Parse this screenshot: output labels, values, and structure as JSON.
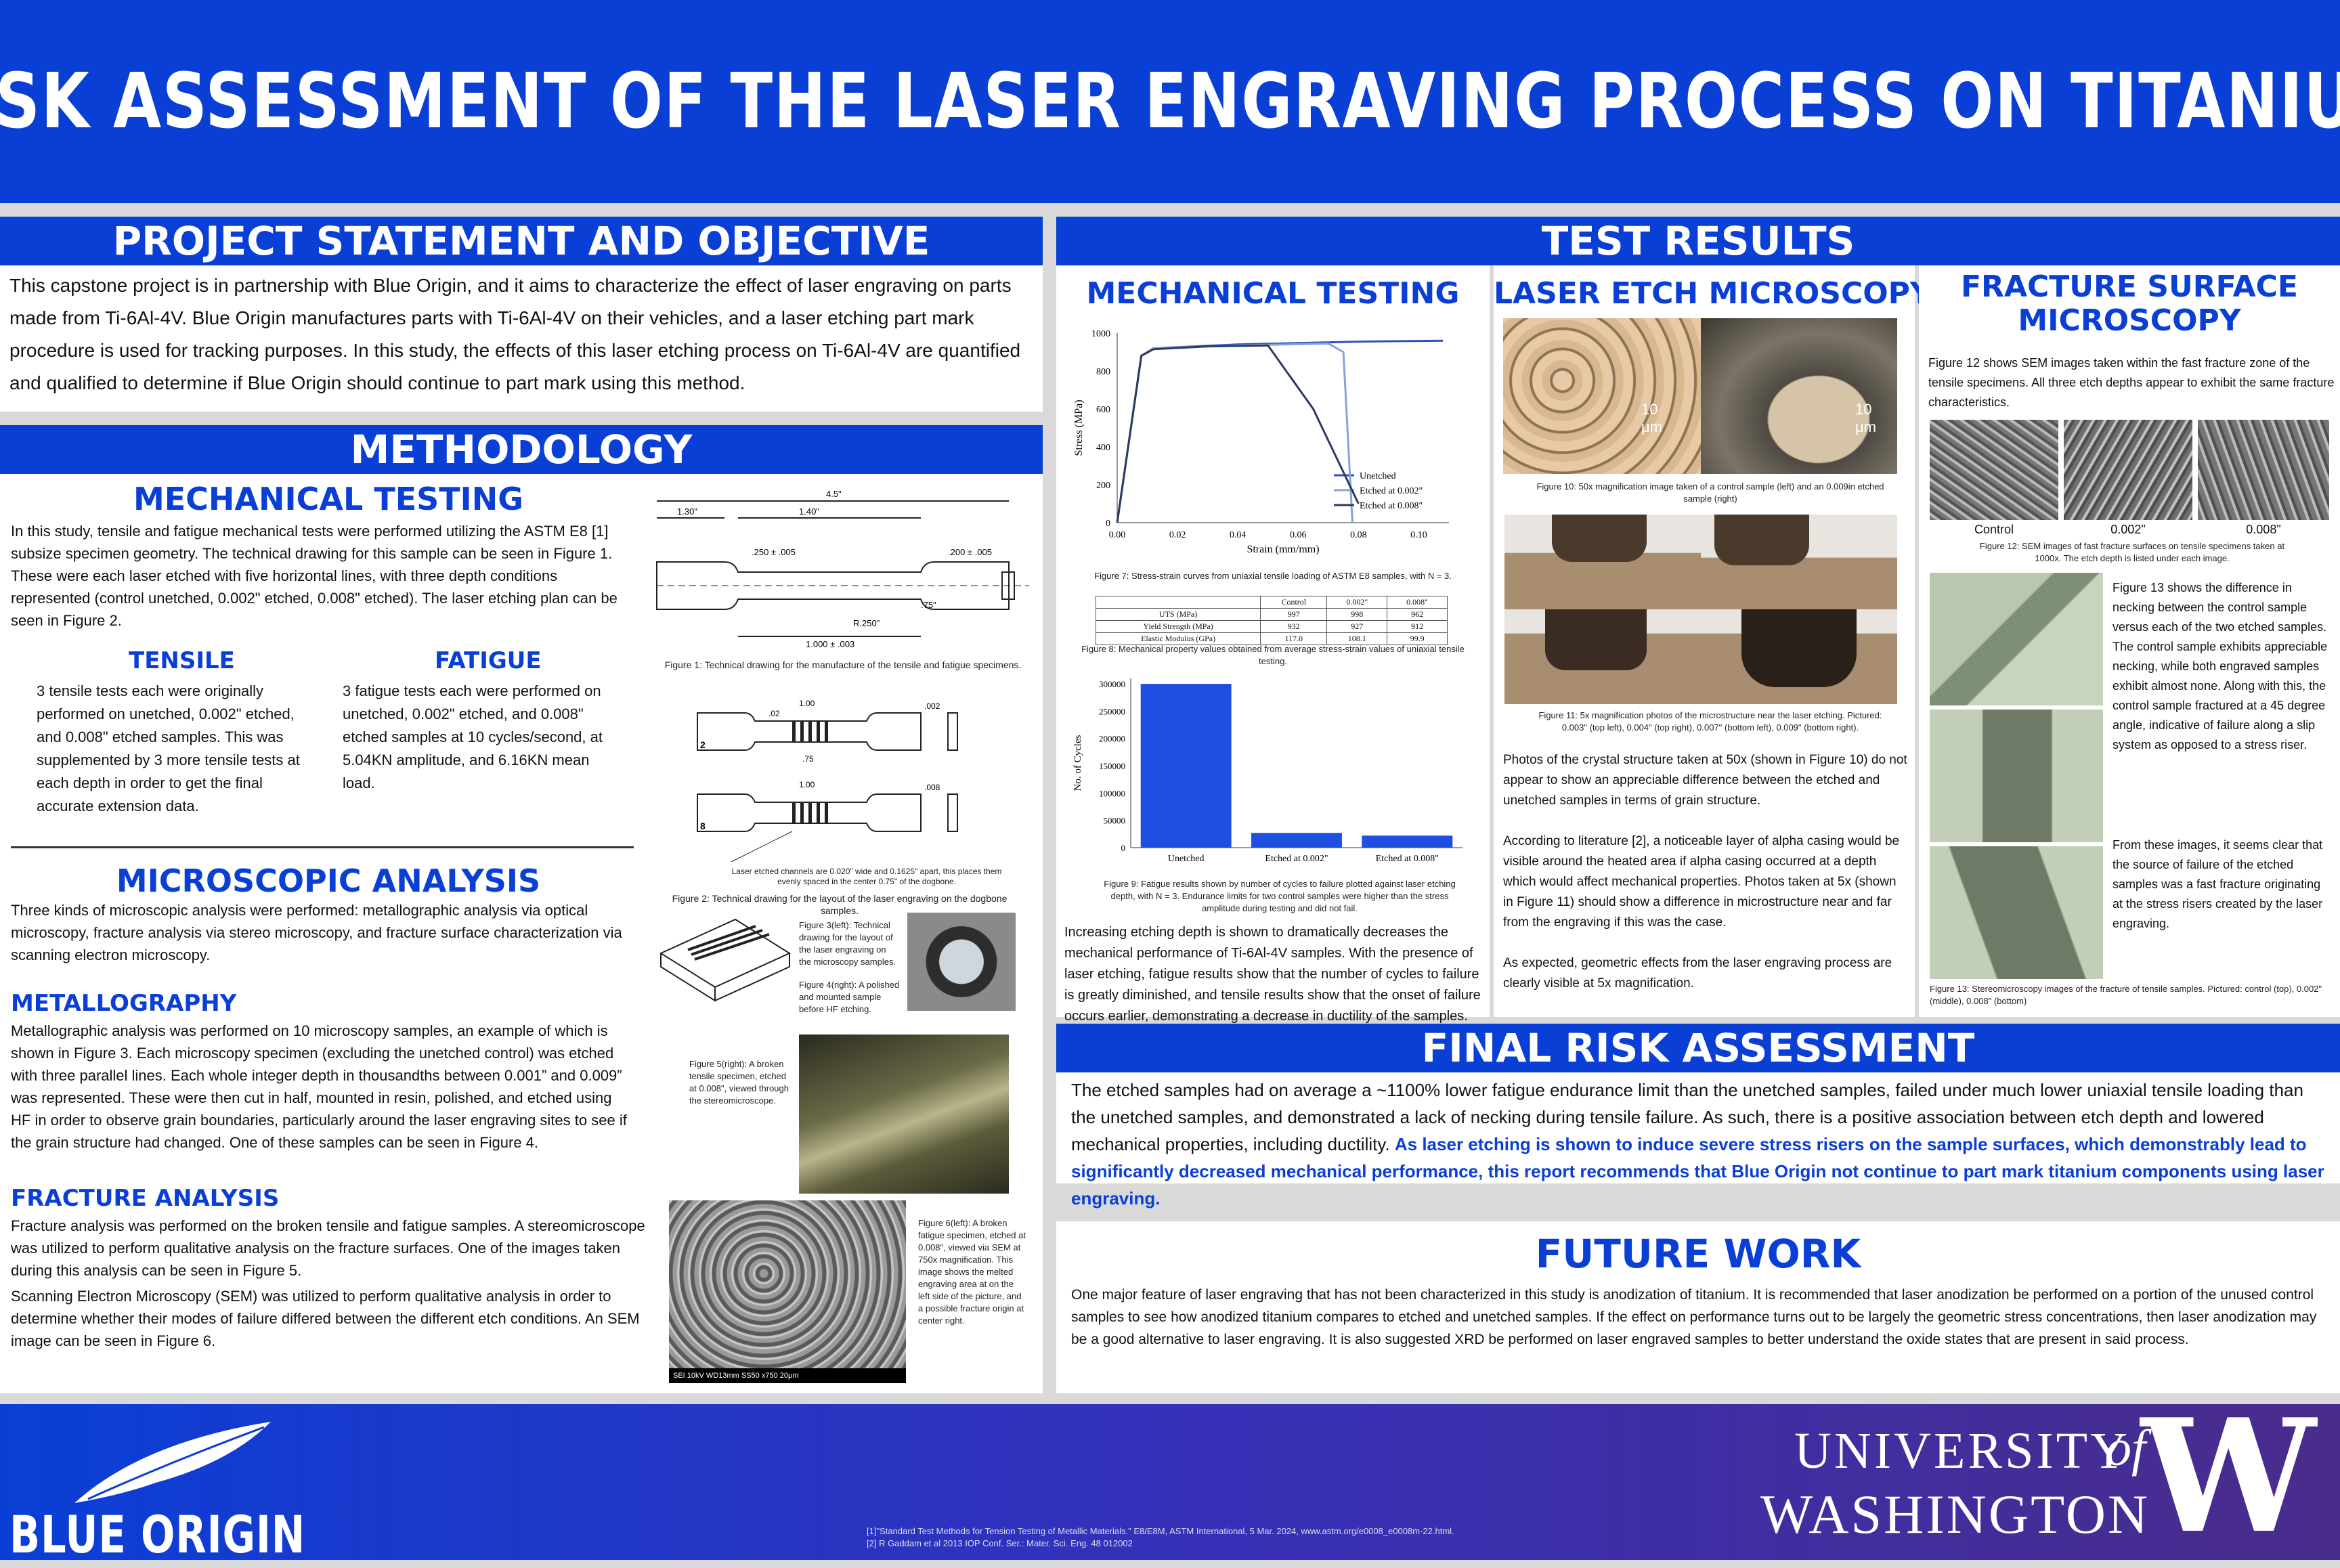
{
  "title": "RISK ASSESSMENT OF THE LASER ENGRAVING PROCESS ON TITANIUM",
  "project": {
    "heading": "PROJECT STATEMENT AND OBJECTIVE",
    "text": "This capstone project is in partnership with Blue Origin, and it aims to characterize the effect of laser engraving on parts made from Ti-6Al-4V. Blue Origin manufactures parts with Ti-6Al-4V on their vehicles, and a laser etching part mark procedure is used for tracking purposes. In this study, the effects of this laser etching process on Ti-6Al-4V are quantified and qualified to determine if Blue Origin should continue to part mark using this method."
  },
  "methodology": {
    "heading": "METHODOLOGY",
    "mech_heading": "MECHANICAL TESTING",
    "mech_text": "In this study, tensile and fatigue mechanical tests were performed utilizing the ASTM E8 [1] subsize specimen geometry. The technical drawing for this sample can be seen in Figure 1. These were each laser etched with five horizontal lines, with three depth conditions represented (control unetched, 0.002\" etched, 0.008\" etched). The laser etching plan can be seen in Figure 2.",
    "tensile_heading": "TENSILE",
    "tensile_text": "3 tensile tests each were originally performed on unetched, 0.002\" etched, and 0.008\" etched samples. This was supplemented by 3 more tensile tests at each depth in order to get the final accurate extension data.",
    "fatigue_heading": "FATIGUE",
    "fatigue_text": "3 fatigue tests each were performed on unetched, 0.002\" etched, and 0.008\" etched samples at 10 cycles/second, at 5.04KN amplitude, and 6.16KN mean load.",
    "fig1": "Figure 1: Technical drawing for the manufacture of the tensile and fatigue specimens.",
    "fig2": "Figure 2: Technical drawing for the layout of the laser engraving on the dogbone samples.",
    "fig2_note": "Laser etched channels are 0.020\" wide and 0.1625\" apart, this places them evenly spaced in the center 0.75\" of the dogbone.",
    "dims": {
      "d1": "4.5\"",
      "d2": "1.30\"",
      "d3": "1.40\"",
      "d4": ".250 ± .005",
      "d5": ".200 ± .005",
      "d6": ".75\"",
      "d7": "R.250\"",
      "d8": "1.000 ± .003",
      "e1": "1.00",
      "e2": ".02",
      "e3": ".75",
      "e4": ".002",
      "e5": "1.00",
      "e6": ".008",
      "e7": "2",
      "e8": "8"
    },
    "micro_heading": "MICROSCOPIC ANALYSIS",
    "micro_text": "Three kinds of microscopic analysis were performed: metallographic analysis via optical microscopy, fracture analysis via stereo microscopy, and fracture surface characterization via scanning electron microscopy.",
    "metal_heading": "METALLOGRAPHY",
    "metal_text": "Metallographic analysis was performed on 10 microscopy samples, an example of which is shown in Figure 3. Each microscopy specimen (excluding the unetched control) was etched with three parallel lines. Each whole integer depth in thousandths between 0.001” and 0.009” was represented. These were then cut in half, mounted in resin, polished, and etched using HF in order to observe grain boundaries, particularly around the laser engraving sites to see if the grain structure had changed. One of these samples can be seen in Figure 4.",
    "fracture_heading": "FRACTURE ANALYSIS",
    "fracture_text1": "Fracture analysis was performed on the broken tensile and fatigue samples. A stereomicroscope was utilized to perform qualitative analysis on the fracture surfaces. One of the images taken during this analysis can be seen in Figure 5.",
    "fracture_text2": "Scanning Electron Microscopy (SEM) was utilized to perform qualitative analysis in order to determine whether their modes of failure differed between the different etch conditions. An SEM image can be seen in Figure 6.",
    "fig3": "Figure 3(left): Technical drawing for the layout of the laser engraving on the microscopy samples.",
    "fig4": "Figure 4(right): A polished and mounted sample before HF etching.",
    "fig5": "Figure 5(right): A broken tensile specimen, etched at 0.008\", viewed through the stereomicroscope.",
    "fig6": "Figure 6(left): A broken fatigue specimen, etched at 0.008\", viewed via SEM at 750x magnification. This image shows the melted engraving area at on the left side of the picture, and a possible fracture origin at center right.",
    "sem_bar": "SEI 10kV WD13mm SS50   x750   20μm"
  },
  "results": {
    "heading": "TEST RESULTS",
    "mech_heading": "MECHANICAL TESTING",
    "fig7": "Figure 7: Stress-strain curves from uniaxial tensile loading of ASTM E8 samples, with N = 3.",
    "fig8": "Figure 8: Mechanical property values obtained from average stress-strain values of uniaxial tensile testing.",
    "fig9": "Figure 9: Fatigue results shown by number of cycles to failure plotted against laser etching depth, with N = 3. Endurance limits for two control samples were higher than the stress amplitude during testing and did not fail.",
    "mech_text": "Increasing etching depth is shown to dramatically decreases the mechanical performance of Ti-6Al-4V samples. With the presence of laser etching, fatigue results show that the number of cycles to failure is greatly diminished, and tensile results show that the onset of failure occurs earlier, demonstrating a decrease in ductility of the samples.",
    "table": {
      "headers": [
        "",
        "Control",
        "0.002\"",
        "0.008\""
      ],
      "rows": [
        [
          "UTS (MPa)",
          "997",
          "998",
          "962"
        ],
        [
          "Yield Strength (MPa)",
          "932",
          "927",
          "912"
        ],
        [
          "Elastic Modulus (GPa)",
          "117.0",
          "108.1",
          "99.9"
        ]
      ]
    },
    "laser_heading": "LASER ETCH MICROSCOPY",
    "scale1": "10 μm",
    "scale2": "10 μm",
    "fig10": "Figure 10: 50x magnification image taken of a control sample (left) and an 0.009in etched sample (right)",
    "fig11": "Figure 11: 5x magnification photos of the microstructure near the laser etching. Pictured: 0.003\" (top left), 0.004\" (top right), 0.007\" (bottom left), 0.009\" (bottom right).",
    "laser_text1": "Photos of the crystal structure taken at 50x (shown in Figure 10) do not appear to show an appreciable difference between the etched and unetched samples in terms of grain structure.",
    "laser_text2": "According to literature [2], a noticeable layer of alpha casing would be visible around the heated area if alpha casing occurred at a depth which would affect mechanical properties. Photos taken at 5x (shown in Figure 11) should show a difference in microstructure near and far from the engraving if this was the case.",
    "laser_text3": "As expected, geometric effects from the laser engraving process are clearly visible at 5x magnification.",
    "frac_heading1": "FRACTURE SURFACE",
    "frac_heading2": "MICROSCOPY",
    "frac_text1": "Figure 12 shows SEM images taken within the fast fracture zone of the tensile specimens. All three etch depths appear to exhibit the same fracture characteristics.",
    "sem_labels": [
      "Control",
      "0.002\"",
      "0.008\""
    ],
    "fig12": "Figure 12: SEM images of fast fracture surfaces on tensile specimens taken at 1000x. The etch depth is listed under each image.",
    "frac_text2": "Figure 13 shows the difference in necking between the control sample versus each of the two etched samples. The control sample exhibits appreciable necking, while both engraved samples exhibit almost none. Along with this, the control sample fractured at a 45 degree angle, indicative of failure along a slip system as opposed to a stress riser.",
    "frac_text3": "From these images, it seems clear that the source of failure of the etched samples was a fast fracture originating at the stress risers created by the laser engraving.",
    "fig13": "Figure 13: Stereomicroscopy images of the fracture of tensile samples. Pictured: control (top), 0.002\" (middle), 0.008\" (bottom)"
  },
  "final": {
    "heading": "FINAL RISK ASSESSMENT",
    "text": "The etched samples had on average a ~1100% lower fatigue endurance limit than the unetched samples, failed under much lower uniaxial tensile loading than the unetched samples, and demonstrated a lack of necking during tensile failure. As such, there is a positive association between etch depth and lowered mechanical properties, including ductility. ",
    "highlight": "As laser etching is shown to induce severe stress risers on the sample surfaces, which demonstrably lead to significantly decreased mechanical performance, this report recommends that Blue Origin not continue to part mark titanium components using laser engraving."
  },
  "future": {
    "heading": "FUTURE WORK",
    "text": "One major feature of laser engraving that has not been characterized in this study is anodization of titanium. It is recommended that laser anodization be performed on a portion of the unused control samples to see how anodized titanium compares to etched and unetched samples. If the effect on performance turns out to be largely the geometric stress concentrations, then laser anodization may be a good alternative to laser engraving. It is also suggested XRD be performed on laser engraved samples to better understand the oxide states that are present in said process."
  },
  "footer": {
    "blue_origin": "BLUE ORIGIN",
    "uw1": "UNIVERSITY",
    "uw_of": "of",
    "uw2": "WASHINGTON",
    "uw_w": "W",
    "ref1": "[1]\"Standard Test Methods for Tension Testing of Metallic Materials.\" E8/E8M, ASTM International, 5 Mar. 2024, www.astm.org/e0008_e0008m-22.html.",
    "ref2": "[2] R Gaddam et al 2013 IOP Conf. Ser.: Mater. Sci. Eng. 48 012002"
  },
  "colors": {
    "accent": "#0a3fd6",
    "footer_end": "#4a2c8c"
  },
  "chart_data": [
    {
      "type": "line",
      "xlabel": "Strain (mm/mm)",
      "ylabel": "Stress (MPa)",
      "xlim": [
        0,
        0.11
      ],
      "ylim": [
        0,
        1000
      ],
      "xticks": [
        "0.00",
        "0.02",
        "0.04",
        "0.06",
        "0.08",
        "0.10"
      ],
      "yticks": [
        "0",
        "200",
        "400",
        "600",
        "800",
        "1000"
      ],
      "legend": "bottom-right",
      "series": [
        {
          "name": "Unetched",
          "color": "#2f4fbf",
          "points": [
            [
              0,
              0
            ],
            [
              0.005,
              550
            ],
            [
              0.008,
              880
            ],
            [
              0.012,
              920
            ],
            [
              0.04,
              940
            ],
            [
              0.08,
              955
            ],
            [
              0.108,
              960
            ]
          ]
        },
        {
          "name": "Etched at 0.002\"",
          "color": "#8aa2d8",
          "points": [
            [
              0,
              0
            ],
            [
              0.005,
              550
            ],
            [
              0.008,
              880
            ],
            [
              0.012,
              920
            ],
            [
              0.04,
              935
            ],
            [
              0.07,
              945
            ],
            [
              0.075,
              900
            ],
            [
              0.078,
              0
            ]
          ]
        },
        {
          "name": "Etched at 0.008\"",
          "color": "#2b3a63",
          "points": [
            [
              0,
              0
            ],
            [
              0.005,
              550
            ],
            [
              0.008,
              880
            ],
            [
              0.012,
              915
            ],
            [
              0.03,
              930
            ],
            [
              0.05,
              935
            ],
            [
              0.065,
              600
            ],
            [
              0.08,
              100
            ]
          ]
        }
      ]
    },
    {
      "type": "bar",
      "ylabel": "No. of Cycles",
      "categories": [
        "Unetched",
        "Etched at 0.002\"",
        "Etched at 0.008\""
      ],
      "values": [
        300000,
        27000,
        22000
      ],
      "ylim": [
        0,
        310000
      ],
      "yticks": [
        "0",
        "50000",
        "100000",
        "150000",
        "200000",
        "250000",
        "300000"
      ],
      "color": "#1f4fe0"
    }
  ]
}
